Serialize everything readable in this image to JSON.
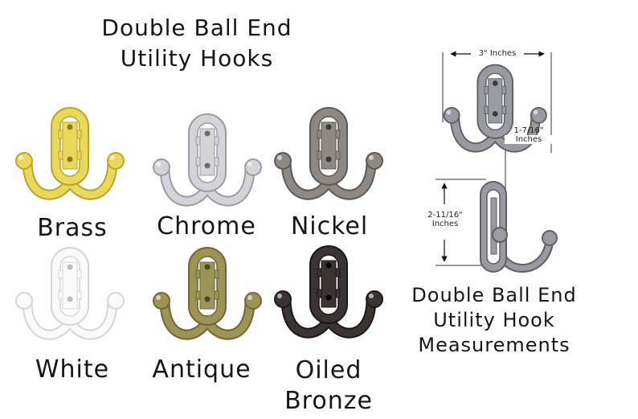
{
  "title": {
    "line1": "Double Ball End",
    "line2": "Utility Hooks"
  },
  "hooks": [
    {
      "label": "Brass",
      "color": "#e9d85a",
      "shade": "#b8a52a",
      "hole": "#8a7a1c"
    },
    {
      "label": "Chrome",
      "color": "#d4d4d8",
      "shade": "#9c9ca2",
      "hole": "#6a6a70"
    },
    {
      "label": "Nickel",
      "color": "#8e8984",
      "shade": "#5e5a56",
      "hole": "#3c3936"
    },
    {
      "label": "White",
      "color": "#fafafa",
      "shade": "#d6d6d6",
      "hole": "#bcbcbc"
    },
    {
      "label": "Antique",
      "color": "#9c9456",
      "shade": "#6e6934",
      "hole": "#4a4624"
    },
    {
      "label": "Oiled",
      "label2": "Bronze",
      "color": "#3a3432",
      "shade": "#1c1817",
      "hole": "#000000"
    }
  ],
  "measurements": {
    "title_line1": "Double Ball End",
    "title_line2": "Utility Hook",
    "title_line3": "Measurements",
    "width": "3\" Inches",
    "projection_line1": "1-7/16\"",
    "projection_line2": "Inches",
    "height_line1": "2-11/16\"",
    "height_line2": "Inches",
    "hook_color": "#9a9ba0"
  }
}
